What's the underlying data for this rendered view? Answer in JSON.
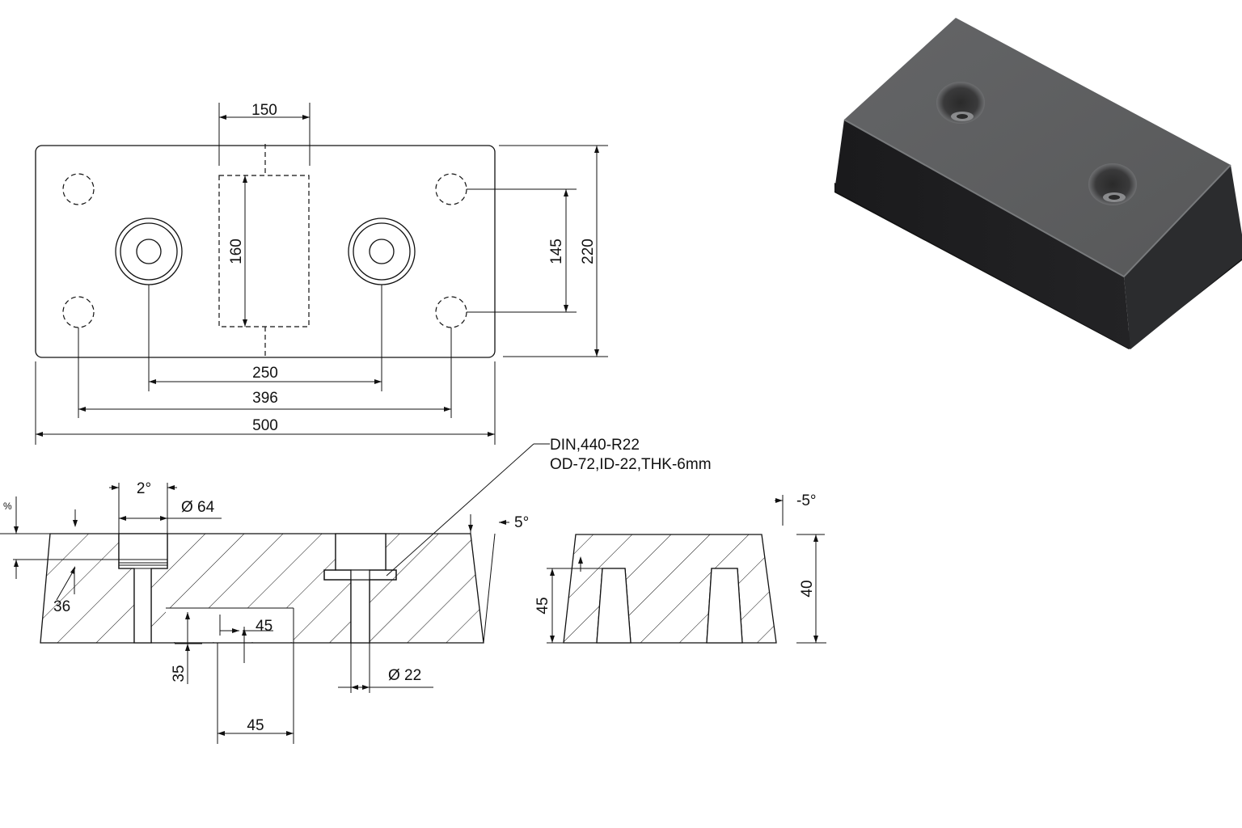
{
  "top_view": {
    "dim_width_cutout": "150",
    "dim_height_cutout": "160",
    "dim_hole_spacing_y": "145",
    "dim_total_height": "220",
    "dim_bolt_spacing": "250",
    "dim_hole_spacing_x": "396",
    "dim_total_length": "500"
  },
  "section_view": {
    "note_line1": "DIN,440-R22",
    "note_line2": "OD-72,ID-22,THK-6mm",
    "dim_taper_angle": "2°",
    "dim_counterbore": "Ø 64",
    "dim_side_angle": "5°",
    "dim_small_mark": "%",
    "dim_depth_36": "36",
    "dim_depth_35": "35",
    "dim_45_small": "45",
    "dim_45_bottom": "45",
    "dim_bore": "Ø 22"
  },
  "end_view": {
    "dim_angle": "-5°",
    "dim_height_45": "45",
    "dim_height_40": "40"
  },
  "colors": {
    "line": "#111111",
    "block_top": "#5e5f61",
    "block_front": "#1d1d1f",
    "block_side": "#2e2f31"
  }
}
